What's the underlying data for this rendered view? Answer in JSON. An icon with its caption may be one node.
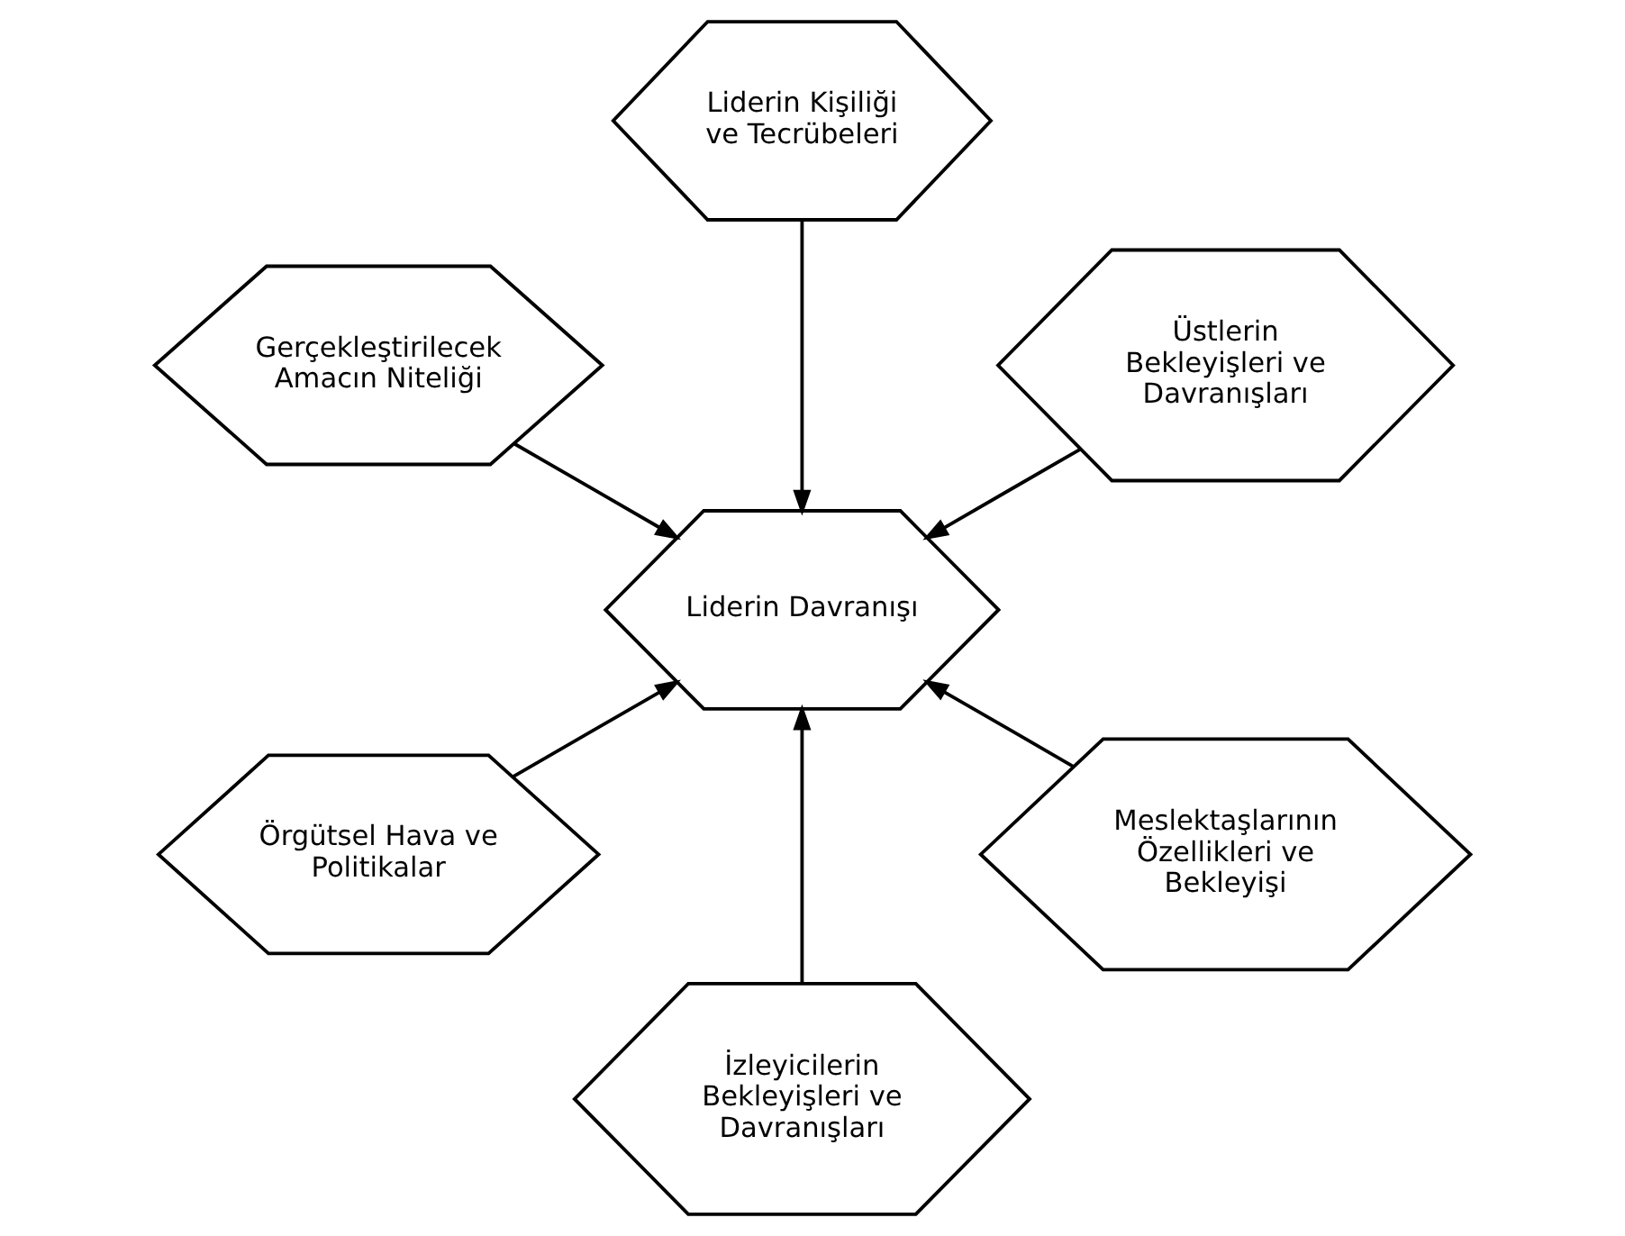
{
  "diagram": {
    "nodes": [
      {
        "text": [
          "Üstlerin Bekleyişleri ve Davranışları"
        ]
      },
      {
        "text": [
          "Liderin Kişiliği ve Tecrübeleri"
        ]
      },
      {
        "text": [
          "Gerçekleştirilecek Amacın Niteliği"
        ]
      },
      {
        "text": [
          "Liderin Davranışı"
        ]
      },
      {
        "text": [
          "Örgütsel Hava ve Politikalar"
        ]
      },
      {
        "text": [
          "İzleyicilerin Bekleyişleri ve Davranışları"
        ]
      },
      {
        "text": [
          "Meslektaşlarının Özellikleri ve Bekleyişi"
        ]
      }
    ],
    "edges": [
      {
        "from": 0,
        "to": 3,
        "arrow": "to"
      },
      {
        "from": 1,
        "to": 3,
        "arrow": "to"
      },
      {
        "from": 2,
        "to": 3,
        "arrow": "to"
      },
      {
        "from": 4,
        "to": 3,
        "arrow": "to"
      },
      {
        "from": 5,
        "to": 3,
        "arrow": "to"
      },
      {
        "from": 6,
        "to": 3,
        "arrow": "to"
      }
    ]
  }
}
